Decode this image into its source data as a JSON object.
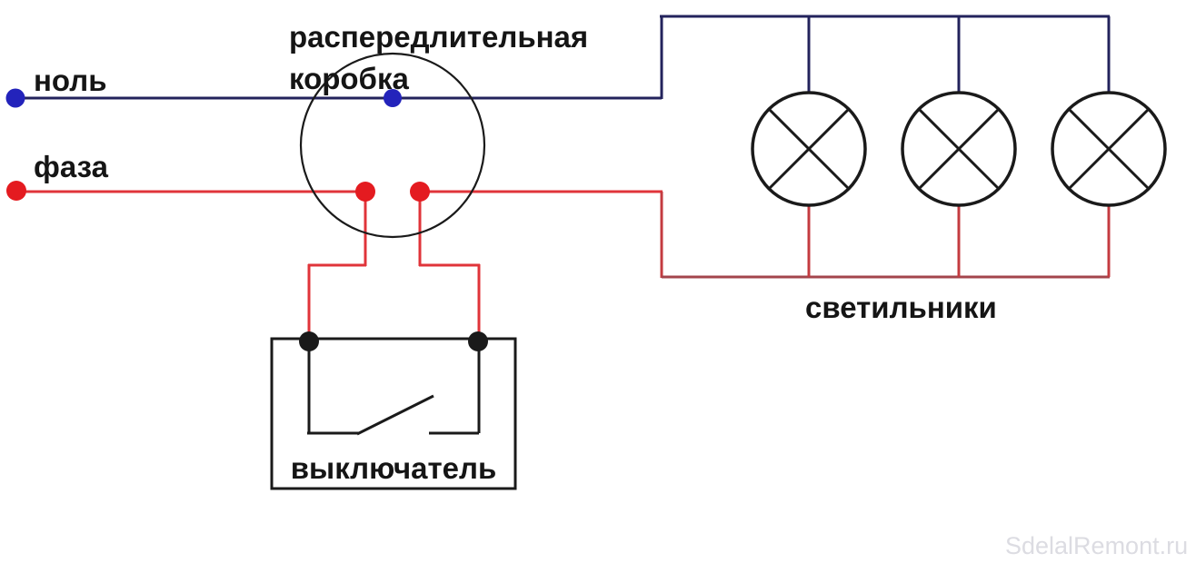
{
  "labels": {
    "neutral": "ноль",
    "phase": "фаза",
    "distribution_box": "распередлительная\nкоробка",
    "switch": "выключатель",
    "lamps": "светильники"
  },
  "watermark": "SdelalRemont.ru",
  "lamps_count": 3,
  "switch_state": "open",
  "colors": {
    "neutral_wire": "#23235c",
    "neutral_dot": "#2323bb",
    "phase_wire": "#e0343a",
    "phase_wire_mid": "#c43b40",
    "phase_wire_dark": "#a3454c",
    "phase_dot": "#e41b20",
    "outline": "#1a1a1a",
    "text": "#151515",
    "watermark": "#dcdce2"
  }
}
